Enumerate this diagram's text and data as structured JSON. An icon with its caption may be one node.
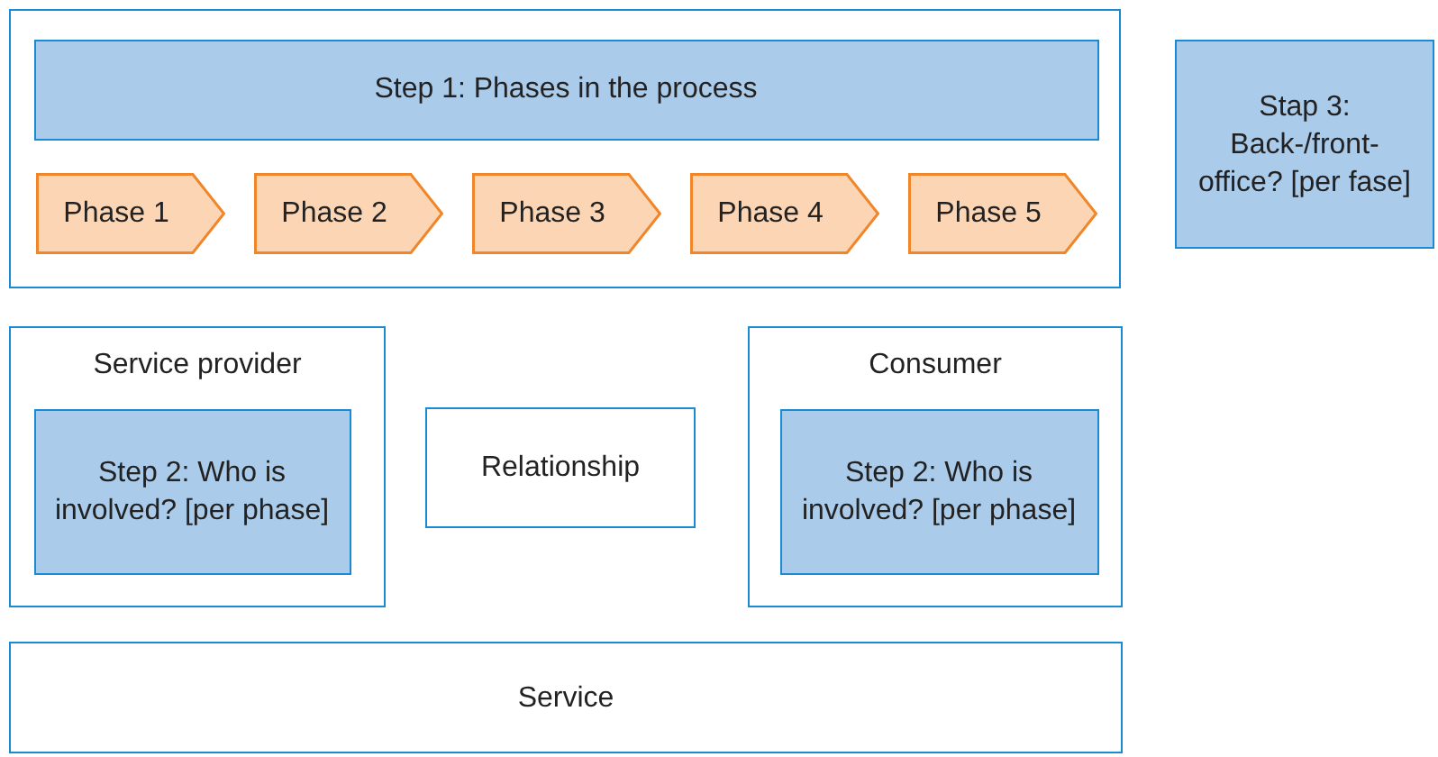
{
  "diagram": {
    "nodes": [
      {
        "text": [],
        "shape": "box"
      },
      {
        "text": [
          "Step 1: Phases in the process"
        ],
        "in": 0
      },
      {
        "text": [
          "Phase 1"
        ],
        "in": 0
      },
      {
        "text": [
          "Phase 2"
        ],
        "in": 0
      },
      {
        "text": [
          "Phase 3"
        ],
        "in": 0
      },
      {
        "text": [
          "Phase 4"
        ],
        "in": 0
      },
      {
        "text": [
          "Phase 5"
        ],
        "in": 0
      },
      {
        "text": [
          "Stap 3: Back-/front-office? [per fase]"
        ]
      },
      {
        "text": [
          "Service provider"
        ]
      },
      {
        "text": [
          "Step 2: Who is involved? [per phase]"
        ],
        "in": 8
      },
      {
        "text": [
          "Relationship"
        ]
      },
      {
        "text": [
          "Consumer"
        ]
      },
      {
        "text": [
          "Step 2: Who is involved? [per phase]"
        ],
        "in": 11
      },
      {
        "text": [
          "Service"
        ]
      }
    ]
  }
}
